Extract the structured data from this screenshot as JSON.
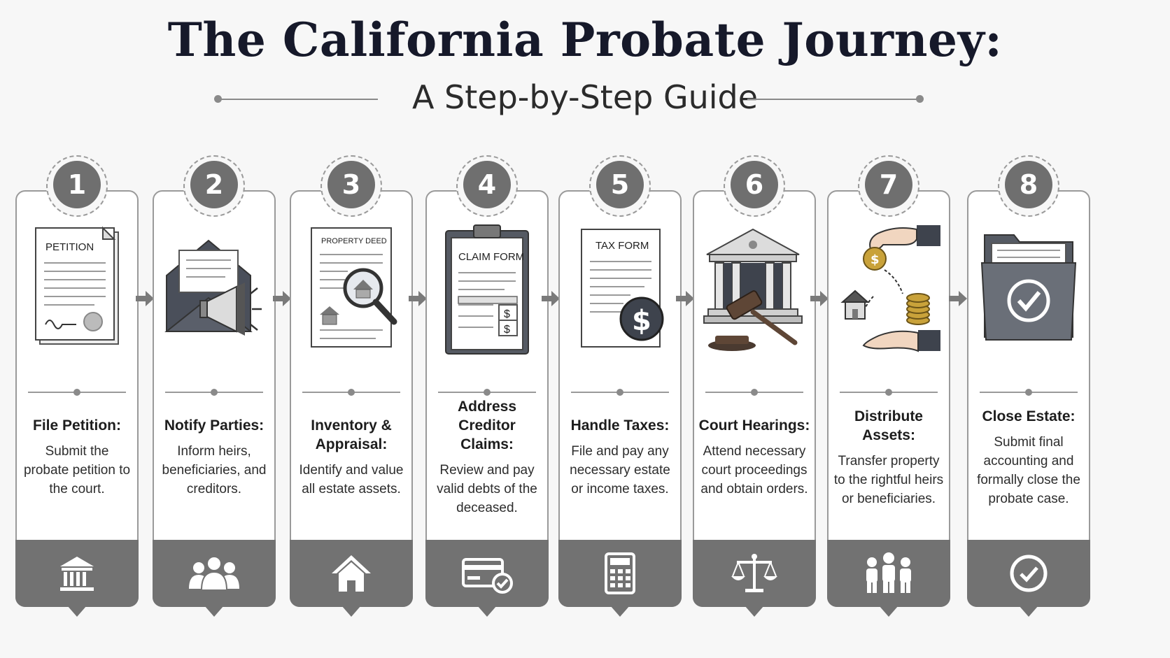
{
  "header": {
    "title": "The California Probate Journey:",
    "subtitle": "A Step-by-Step Guide"
  },
  "colors": {
    "dark_navy": "#16192a",
    "badge_gray": "#6f6f6f",
    "bar_gray": "#727272",
    "border_gray": "#9a9a9a",
    "card_bg": "#ffffff",
    "page_bg": "#f7f7f7"
  },
  "steps": [
    {
      "number": "1",
      "title": "File Petition:",
      "description": "Submit the probate petition to the court.",
      "illustration_label": "PETITION",
      "illustration_icon": "petition-document-icon",
      "bottom_icon": "courthouse-icon"
    },
    {
      "number": "2",
      "title": "Notify Parties:",
      "description": "Inform heirs, beneficiaries, and creditors.",
      "illustration_label": "",
      "illustration_icon": "envelope-megaphone-icon",
      "bottom_icon": "people-group-icon"
    },
    {
      "number": "3",
      "title": "Inventory & Appraisal:",
      "description": "Identify and value all estate assets.",
      "illustration_label": "PROPERTY DEED",
      "illustration_icon": "property-deed-magnifier-icon",
      "bottom_icon": "house-icon"
    },
    {
      "number": "4",
      "title": "Address Creditor Claims:",
      "description": "Review and pay valid debts of the deceased.",
      "illustration_label": "CLAIM FORM",
      "illustration_icon": "claim-form-clipboard-icon",
      "bottom_icon": "credit-card-check-icon"
    },
    {
      "number": "5",
      "title": "Handle Taxes:",
      "description": "File and pay any necessary estate or income taxes.",
      "illustration_label": "TAX FORM",
      "illustration_icon": "tax-form-dollar-icon",
      "bottom_icon": "calculator-icon"
    },
    {
      "number": "6",
      "title": "Court Hearings:",
      "description": "Attend necessary court proceedings and obtain orders.",
      "illustration_label": "",
      "illustration_icon": "courthouse-gavel-icon",
      "bottom_icon": "scales-of-justice-icon"
    },
    {
      "number": "7",
      "title": "Distribute Assets:",
      "description": "Transfer property to the rightful heirs or beneficiaries.",
      "illustration_label": "",
      "illustration_icon": "hands-coins-house-icon",
      "bottom_icon": "family-icon"
    },
    {
      "number": "8",
      "title": "Close Estate:",
      "description": "Submit final accounting and formally close the probate case.",
      "illustration_label": "",
      "illustration_icon": "folder-checkmark-icon",
      "bottom_icon": "checkmark-circle-icon"
    }
  ]
}
